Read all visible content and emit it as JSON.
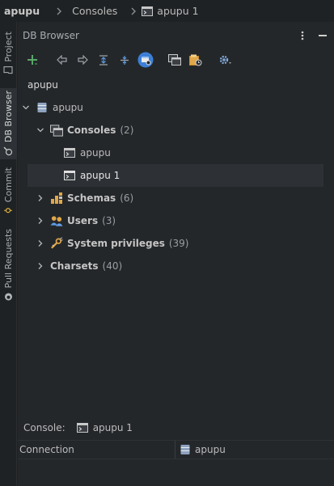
{
  "breadcrumb": {
    "items": [
      {
        "label": "apupu"
      },
      {
        "label": "Consoles"
      },
      {
        "label": "apupu 1"
      }
    ]
  },
  "toolstrip": {
    "tabs": [
      {
        "label": "Project",
        "icon": "folder-icon"
      },
      {
        "label": "DB Browser",
        "icon": "db-browser-icon",
        "active": true
      },
      {
        "label": "Commit",
        "icon": "commit-icon"
      },
      {
        "label": "Pull Requests",
        "icon": "github-icon"
      }
    ]
  },
  "panel": {
    "title": "DB Browser",
    "connection_name": "apupu"
  },
  "tree": {
    "root": {
      "label": "apupu"
    },
    "consoles": {
      "label": "Consoles",
      "count": "(2)"
    },
    "console_items": [
      {
        "label": "apupu"
      },
      {
        "label": "apupu 1"
      }
    ],
    "schemas": {
      "label": "Schemas",
      "count": "(6)"
    },
    "users": {
      "label": "Users",
      "count": "(3)"
    },
    "privileges": {
      "label": "System privileges",
      "count": "(39)"
    },
    "charsets": {
      "label": "Charsets",
      "count": "(40)"
    }
  },
  "properties": {
    "console_label": "Console:",
    "console_value": "apupu 1",
    "connection_key": "Connection",
    "connection_value": "apupu"
  },
  "colors": {
    "add": "#59a869",
    "accent_blue": "#3d7fd6",
    "folder_yellow": "#e0a84a"
  }
}
